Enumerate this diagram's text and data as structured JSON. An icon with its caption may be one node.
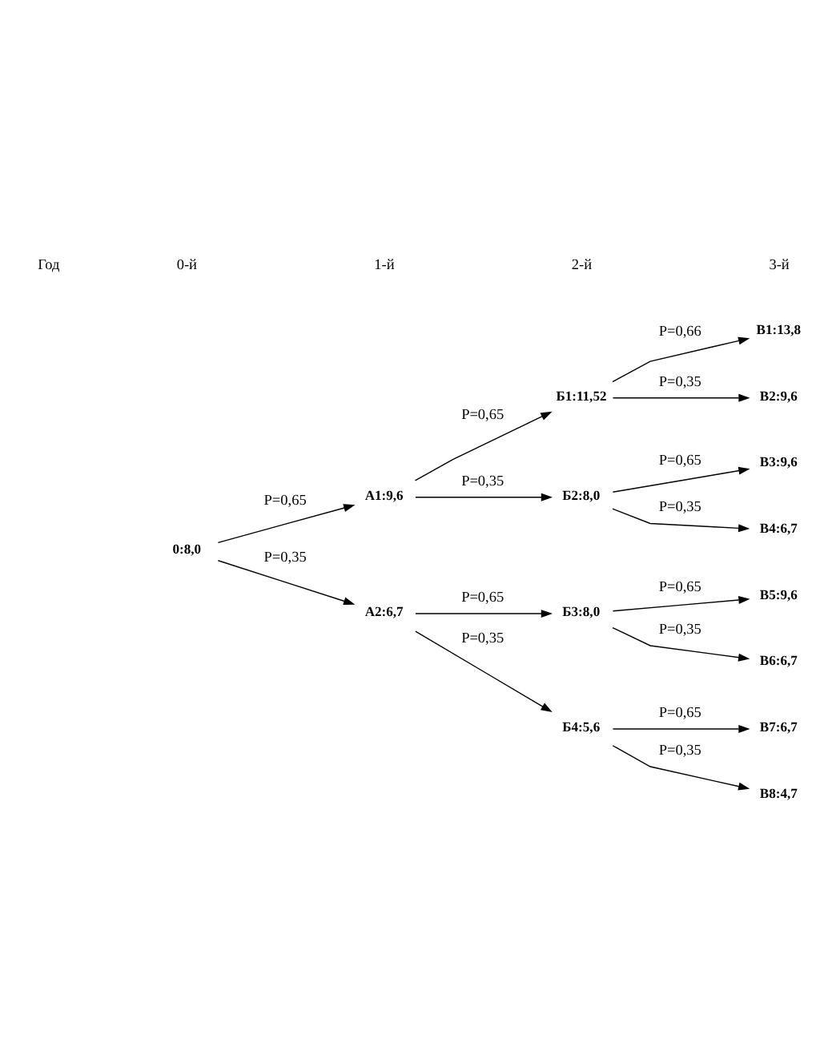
{
  "diagram": {
    "nodes": [
      {
        "text": [
          "0:8,0"
        ]
      },
      {
        "text": [
          "А1:9,6"
        ]
      },
      {
        "text": [
          "А2:6,7"
        ]
      },
      {
        "text": [
          "Б1:11,52"
        ]
      },
      {
        "text": [
          "Б2:8,0"
        ]
      },
      {
        "text": [
          "Б3:8,0"
        ]
      },
      {
        "text": [
          "Б4:5,6"
        ]
      },
      {
        "text": [
          "В1:13,8"
        ]
      },
      {
        "text": [
          "В2:9,6"
        ]
      },
      {
        "text": [
          "В3:9,6"
        ]
      },
      {
        "text": [
          "В4:6,7"
        ]
      },
      {
        "text": [
          "В5:9,6"
        ]
      },
      {
        "text": [
          "В6:6,7"
        ]
      },
      {
        "text": [
          "В7:6,7"
        ]
      },
      {
        "text": [
          "В8:4,7"
        ]
      }
    ],
    "edges": [
      {
        "from": 0,
        "to": 1,
        "arrow": "to",
        "label": "P=0,65"
      },
      {
        "from": 0,
        "to": 2,
        "arrow": "to",
        "label": "P=0,35"
      },
      {
        "from": 1,
        "to": 3,
        "arrow": "to",
        "label": "P=0,65"
      },
      {
        "from": 1,
        "to": 4,
        "arrow": "to",
        "label": "P=0,35"
      },
      {
        "from": 2,
        "to": 5,
        "arrow": "to",
        "label": "P=0,65"
      },
      {
        "from": 2,
        "to": 6,
        "arrow": "to",
        "label": "P=0,35"
      },
      {
        "from": 3,
        "to": 7,
        "arrow": "to",
        "label": "P=0,66"
      },
      {
        "from": 3,
        "to": 8,
        "arrow": "to",
        "label": "P=0,35"
      },
      {
        "from": 4,
        "to": 9,
        "arrow": "to",
        "label": "P=0,65"
      },
      {
        "from": 4,
        "to": 10,
        "arrow": "to",
        "label": "P=0,35"
      },
      {
        "from": 5,
        "to": 11,
        "arrow": "to",
        "label": "P=0,65"
      },
      {
        "from": 5,
        "to": 12,
        "arrow": "to",
        "label": "P=0,35"
      },
      {
        "from": 6,
        "to": 13,
        "arrow": "to",
        "label": "P=0,65"
      },
      {
        "from": 6,
        "to": 14,
        "arrow": "to",
        "label": "P=0,35"
      }
    ],
    "labels": [
      "Год",
      "0-й",
      "1-й",
      "2-й",
      "3-й"
    ]
  }
}
